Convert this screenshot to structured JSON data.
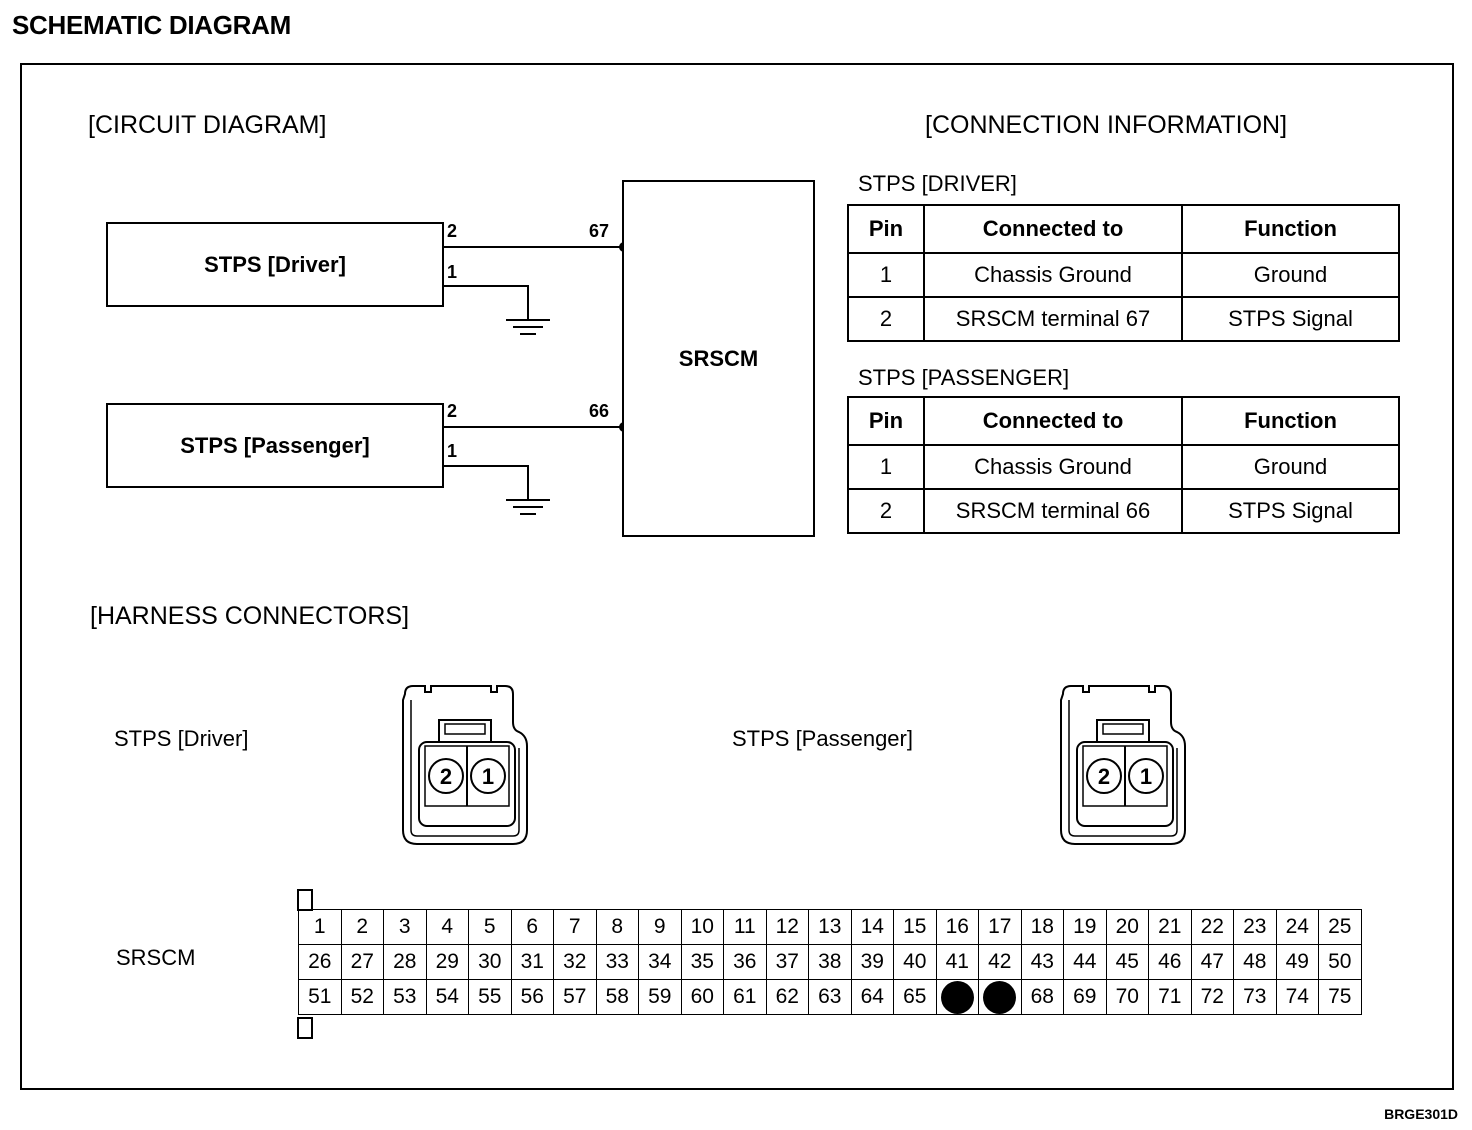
{
  "page_title": "SCHEMATIC DIAGRAM",
  "circuit": {
    "title": "[CIRCUIT DIAGRAM]",
    "driver_box": "STPS [Driver]",
    "passenger_box": "STPS [Passenger]",
    "module_box": "SRSCM",
    "driver_pin_signal": "2",
    "driver_pin_ground": "1",
    "driver_terminal": "67",
    "passenger_pin_signal": "2",
    "passenger_pin_ground": "1",
    "passenger_terminal": "66"
  },
  "connection": {
    "title": "[CONNECTION INFORMATION]",
    "tables": [
      {
        "title": "STPS [DRIVER]",
        "headers": [
          "Pin",
          "Connected to",
          "Function"
        ],
        "rows": [
          [
            "1",
            "Chassis Ground",
            "Ground"
          ],
          [
            "2",
            "SRSCM terminal 67",
            "STPS Signal"
          ]
        ]
      },
      {
        "title": "STPS [PASSENGER]",
        "headers": [
          "Pin",
          "Connected to",
          "Function"
        ],
        "rows": [
          [
            "1",
            "Chassis Ground",
            "Ground"
          ],
          [
            "2",
            "SRSCM terminal 66",
            "STPS Signal"
          ]
        ]
      }
    ]
  },
  "harness": {
    "title": "[HARNESS CONNECTORS]",
    "driver_label": "STPS [Driver]",
    "passenger_label": "STPS [Passenger]",
    "ecu_label": "SRSCM",
    "connector_pins": [
      "2",
      "1"
    ],
    "ecu_rows": [
      [
        "1",
        "2",
        "3",
        "4",
        "5",
        "6",
        "7",
        "8",
        "9",
        "10",
        "11",
        "12",
        "13",
        "14",
        "15",
        "16",
        "17",
        "18",
        "19",
        "20",
        "21",
        "22",
        "23",
        "24",
        "25"
      ],
      [
        "26",
        "27",
        "28",
        "29",
        "30",
        "31",
        "32",
        "33",
        "34",
        "35",
        "36",
        "37",
        "38",
        "39",
        "40",
        "41",
        "42",
        "43",
        "44",
        "45",
        "46",
        "47",
        "48",
        "49",
        "50"
      ],
      [
        "51",
        "52",
        "53",
        "54",
        "55",
        "56",
        "57",
        "58",
        "59",
        "60",
        "61",
        "62",
        "63",
        "64",
        "65",
        "",
        "",
        "68",
        "69",
        "70",
        "71",
        "72",
        "73",
        "74",
        "75"
      ]
    ],
    "ecu_used_pins": [
      "66",
      "67"
    ]
  },
  "image_code": "BRGE301D"
}
